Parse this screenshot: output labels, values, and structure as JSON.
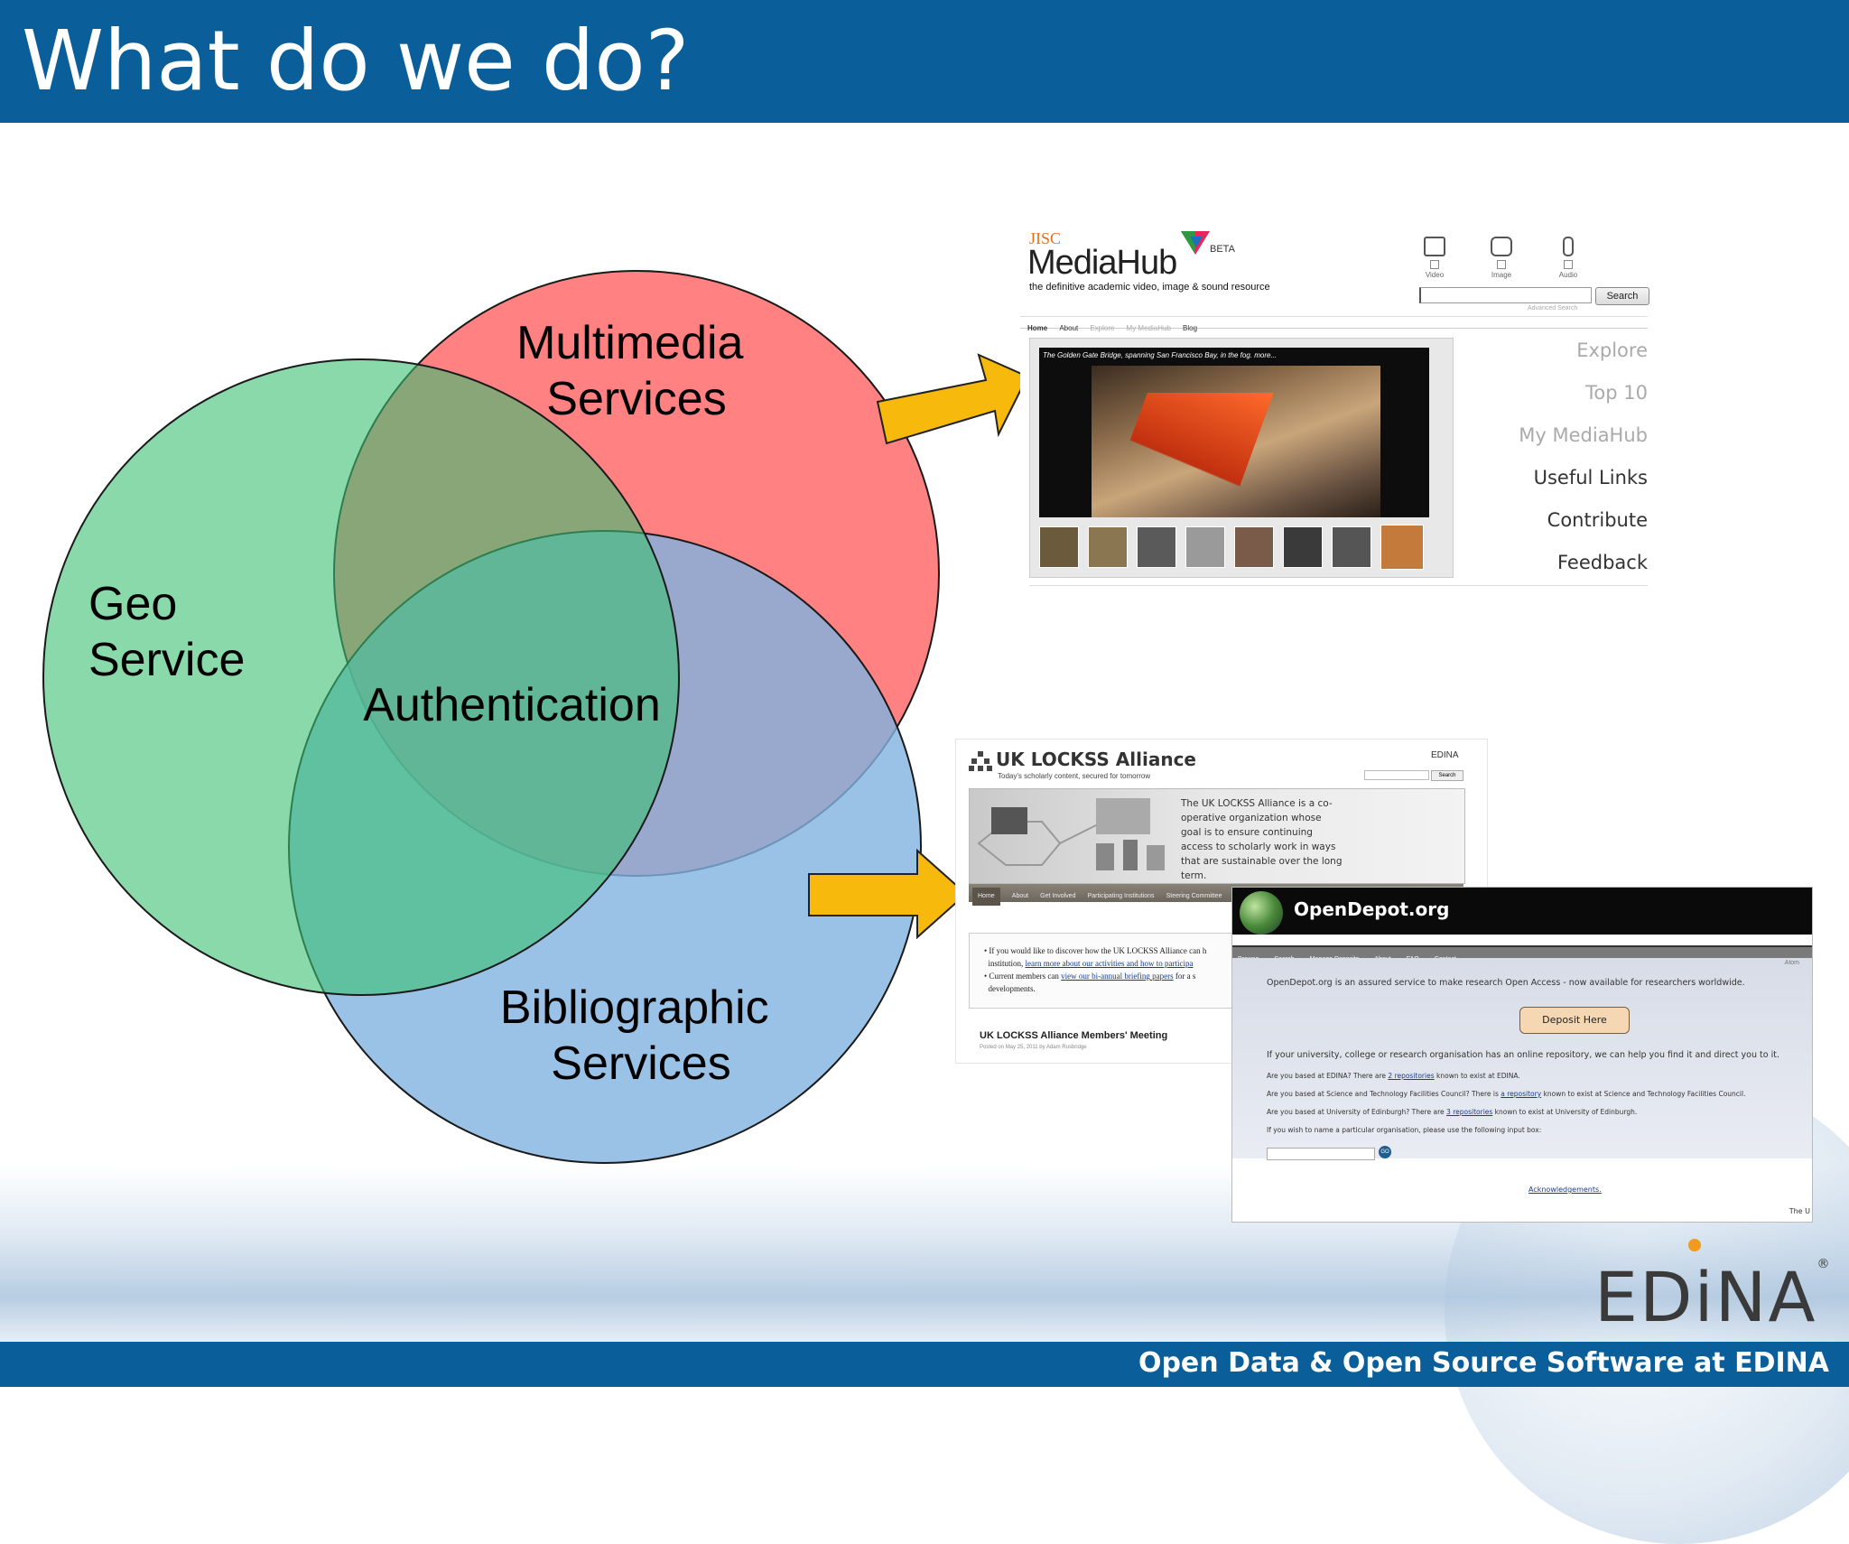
{
  "slide": {
    "title": "What do we do?",
    "footer": "Open Data & Open Source Software at EDINA"
  },
  "venn": {
    "circles": [
      {
        "name": "multimedia",
        "label_lines": [
          "Multimedia",
          "Services"
        ],
        "color": "#ff6f6f"
      },
      {
        "name": "geo",
        "label_lines": [
          "Geo",
          "Service"
        ],
        "color": "#6bd39a"
      },
      {
        "name": "bibliographic",
        "label_lines": [
          "Bibliographic",
          "Services"
        ],
        "color": "#7fb3e0"
      }
    ],
    "center_label": "Authentication",
    "arrow_color": "#f7b90b"
  },
  "mediahub": {
    "jisc": "JISC",
    "logo": "MediaHub",
    "beta": "BETA",
    "tagline": "the definitive academic video, image & sound resource",
    "types": [
      "Video",
      "Image",
      "Audio"
    ],
    "search_button": "Search",
    "advanced_search": "Advanced Search",
    "nav": [
      "Home",
      "About",
      "Explore",
      "My MediaHub",
      "Blog"
    ],
    "caption": "The Golden Gate Bridge, spanning San Francisco Bay, in the fog. more...",
    "thumb_colors": [
      "#6b5a3c",
      "#8a7650",
      "#5a5a5a",
      "#9a9a9a",
      "#7a5a48",
      "#3a3a3a",
      "#555555",
      "#c47a3a"
    ],
    "links": [
      "Explore",
      "Top 10",
      "My MediaHub",
      "Useful Links",
      "Contribute",
      "Feedback"
    ]
  },
  "lockss": {
    "title": "UK LOCKSS Alliance",
    "tagline": "Today's scholarly content, secured for tomorrow",
    "edina": "EDINA",
    "search_button": "Search",
    "banner_text": "The UK LOCKSS Alliance is a co-operative organization whose goal is to ensure continuing access to scholarly work in ways that are sustainable over the long term.",
    "nav": [
      "Home",
      "About",
      "Get Involved",
      "Participating Institutions",
      "Steering Committee"
    ],
    "bullet1_text": "If you would like to discover how the UK LOCKSS Alliance can h",
    "bullet1_link_prefix": "institution, ",
    "bullet1_link": "learn more about our activities and how to participa",
    "bullet2_text": "Current members can ",
    "bullet2_link": "view our bi-annual briefing papers",
    "bullet2_suffix": " for a s",
    "bullet2_tail": "developments.",
    "meeting_title": "UK LOCKSS Alliance Members' Meeting",
    "posted": "Posted on May 25, 2011 by Adam Rusbridge"
  },
  "opendepot": {
    "title": "OpenDepot.org",
    "nav": [
      "Browse",
      "Search",
      "Manage Deposits",
      "About",
      "FAQ",
      "Contact"
    ],
    "atom": "Atom",
    "intro": "OpenDepot.org is an assured service to make research Open Access - now available for researchers worldwide.",
    "deposit_button": "Deposit Here",
    "lead": "If your university, college or research organisation has an online repository, we can help you find it and direct you to it.",
    "line1_pre": "Are you based at EDINA? There are ",
    "line1_link": "2 repositories",
    "line1_post": " known to exist at EDINA.",
    "line2_pre": "Are you based at Science and Technology Facilities Council? There is ",
    "line2_link": "a repository",
    "line2_post": " known to exist at Science and Technology Facilities Council.",
    "line3_pre": "Are you based at University of Edinburgh? There are ",
    "line3_link": "3 repositories",
    "line3_post": " known to exist at University of Edinburgh.",
    "line4": "If you wish to name a particular organisation, please use the following input box:",
    "go": "GO",
    "acknowledgements": "Acknowledgements.",
    "the": "The U"
  },
  "edina_logo": "EDiNA"
}
